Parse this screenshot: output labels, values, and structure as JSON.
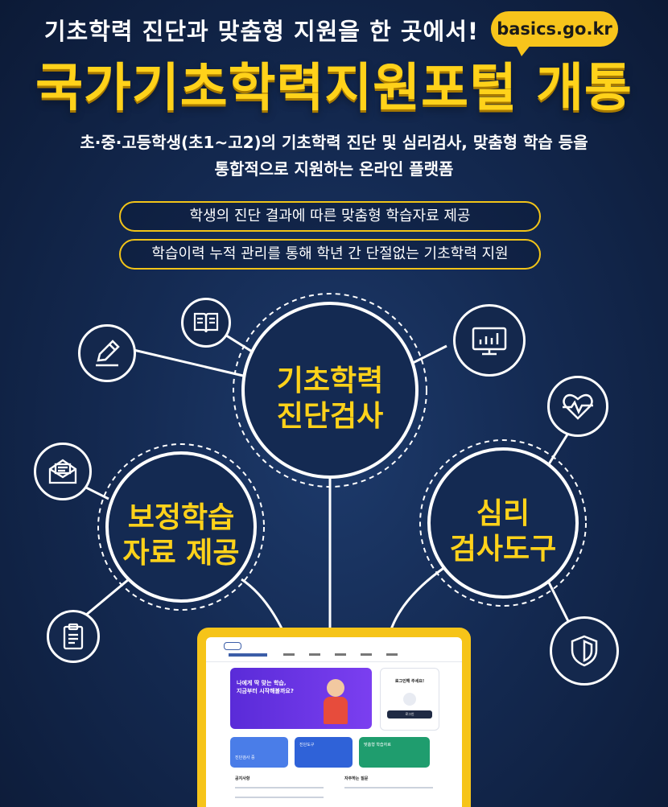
{
  "header": {
    "tagline": "기초학력 진단과 맞춤형 지원을 한 곳에서!",
    "url": "basics.go.kr",
    "title": "국가기초학력지원포털 개통",
    "description_line1": "초·중·고등학생(초1~고2)의 기초학력 진단 및 심리검사, 맞춤형 학습 등을",
    "description_line2": "통합적으로 지원하는 온라인 플랫폼"
  },
  "features": [
    "학생의 진단 결과에 따른 맞춤형 학습자료 제공",
    "학습이력 누적 관리를 통해 학년 간 단절없는 기초학력 지원"
  ],
  "services": {
    "diagnosis": {
      "line1": "기초학력",
      "line2": "진단검사"
    },
    "supplementary": {
      "line1": "보정학습",
      "line2": "자료 제공"
    },
    "psychology": {
      "line1": "심리",
      "line2": "검사도구"
    }
  },
  "icons": [
    "pencil-icon",
    "book-icon",
    "chart-monitor-icon",
    "heartbeat-icon",
    "mail-icon",
    "clipboard-icon",
    "shield-icon"
  ],
  "colors": {
    "background": "#142a52",
    "accent": "#ffd21a",
    "laptop": "#f6c419"
  },
  "portal": {
    "hero_line1": "나에게 딱 맞는 학습,",
    "hero_line2": "지금부터 시작해볼까요?",
    "login_title": "로그인해 주세요!",
    "login_button": "로그인",
    "card1": "진단검사 중",
    "card2": "진단도구",
    "card3": "맞춤형 학습자료",
    "notice_title": "공지사항",
    "faq_title": "자주하는 질문"
  }
}
